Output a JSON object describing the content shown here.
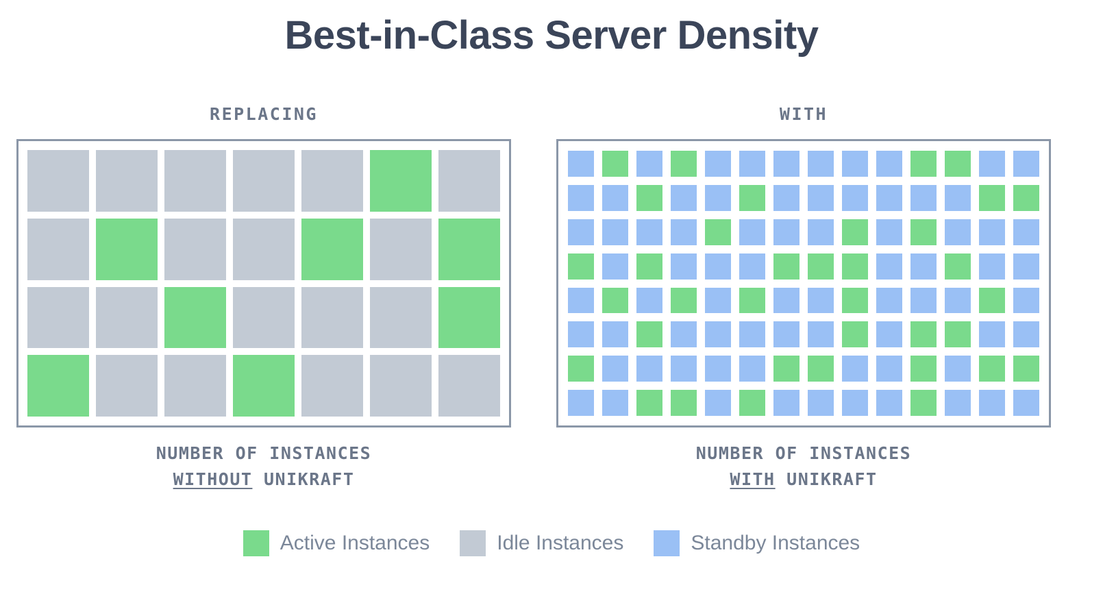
{
  "title": "Best-in-Class Server Density",
  "colors": {
    "title": "#3b4559",
    "label": "#6b7689",
    "legend_label": "#7b8799",
    "panel_border": "#8b97a8",
    "background": "#ffffff",
    "active": "#7ada8c",
    "idle": "#c2cad4",
    "standby": "#9ac0f5"
  },
  "panels": {
    "left": {
      "heading": "REPLACING",
      "caption_line1": "NUMBER OF INSTANCES",
      "caption_emphasis": "WITHOUT",
      "caption_rest": " UNIKRAFT"
    },
    "right": {
      "heading": "WITH",
      "caption_line1": "NUMBER OF INSTANCES",
      "caption_emphasis": "WITH",
      "caption_rest": " UNIKRAFT"
    }
  },
  "legend": [
    {
      "name": "active",
      "label": "Active Instances",
      "color": "#7ada8c"
    },
    {
      "name": "idle",
      "label": "Idle Instances",
      "color": "#c2cad4"
    },
    {
      "name": "standby",
      "label": "Standby Instances",
      "color": "#9ac0f5"
    }
  ],
  "chart_data": {
    "type": "heatmap",
    "title": "Best-in-Class Server Density",
    "legend_position": "bottom",
    "state_colors": {
      "active": "#7ada8c",
      "idle": "#c2cad4",
      "standby": "#9ac0f5"
    },
    "grids": [
      {
        "key": "left",
        "heading": "REPLACING",
        "caption": "NUMBER OF INSTANCES WITHOUT UNIKRAFT",
        "columns": 7,
        "rows": 4,
        "total_cells": 28,
        "base_state": "idle",
        "active_count": 8,
        "idle_count": 20,
        "cells": [
          [
            "idle",
            "idle",
            "idle",
            "idle",
            "idle",
            "active",
            "idle"
          ],
          [
            "idle",
            "active",
            "idle",
            "idle",
            "active",
            "idle",
            "active"
          ],
          [
            "idle",
            "idle",
            "active",
            "idle",
            "idle",
            "idle",
            "active"
          ],
          [
            "active",
            "idle",
            "idle",
            "active",
            "idle",
            "idle",
            "idle"
          ]
        ]
      },
      {
        "key": "right",
        "heading": "WITH",
        "caption": "NUMBER OF INSTANCES WITH UNIKRAFT",
        "columns": 14,
        "rows": 8,
        "total_cells": 112,
        "base_state": "standby",
        "active_count": 35,
        "standby_count": 77,
        "cells": [
          [
            "standby",
            "active",
            "standby",
            "active",
            "standby",
            "standby",
            "standby",
            "standby",
            "standby",
            "standby",
            "active",
            "active",
            "standby",
            "standby"
          ],
          [
            "standby",
            "standby",
            "active",
            "standby",
            "standby",
            "active",
            "standby",
            "standby",
            "standby",
            "standby",
            "standby",
            "standby",
            "active",
            "active"
          ],
          [
            "standby",
            "standby",
            "standby",
            "standby",
            "active",
            "standby",
            "standby",
            "standby",
            "active",
            "standby",
            "active",
            "standby",
            "standby",
            "standby"
          ],
          [
            "active",
            "standby",
            "active",
            "standby",
            "standby",
            "standby",
            "active",
            "active",
            "active",
            "standby",
            "standby",
            "active",
            "standby",
            "standby"
          ],
          [
            "standby",
            "active",
            "standby",
            "active",
            "standby",
            "active",
            "standby",
            "standby",
            "active",
            "standby",
            "standby",
            "standby",
            "active",
            "standby"
          ],
          [
            "standby",
            "standby",
            "active",
            "standby",
            "standby",
            "standby",
            "standby",
            "standby",
            "active",
            "standby",
            "active",
            "active",
            "standby",
            "standby"
          ],
          [
            "active",
            "standby",
            "standby",
            "standby",
            "standby",
            "standby",
            "active",
            "active",
            "standby",
            "standby",
            "active",
            "standby",
            "active",
            "active"
          ],
          [
            "standby",
            "standby",
            "active",
            "active",
            "standby",
            "active",
            "standby",
            "standby",
            "standby",
            "standby",
            "active",
            "standby",
            "standby",
            "standby"
          ]
        ]
      }
    ]
  }
}
